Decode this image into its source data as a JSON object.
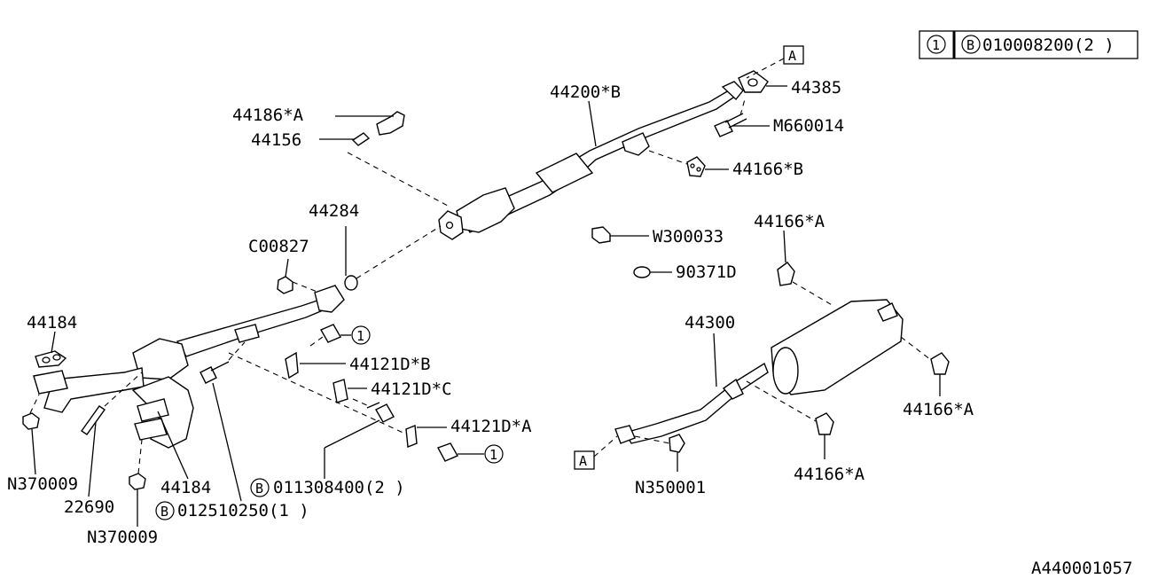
{
  "diagram": {
    "parts": {
      "p44200B": "44200*B",
      "p44385": "44385",
      "pM660014": "M660014",
      "p44166B": "44166*B",
      "p44186A": "44186*A",
      "p44156": "44156",
      "p44284": "44284",
      "pC00827": "C00827",
      "pW300033": "W300033",
      "p90371D": "90371D",
      "p44166A_top": "44166*A",
      "p44300": "44300",
      "p44166A_right": "44166*A",
      "p44166A_bottom": "44166*A",
      "pN350001": "N350001",
      "p44184_top": "44184",
      "p44184_bottom": "44184",
      "p44121DB": "44121D*B",
      "p44121DC": "44121D*C",
      "p44121DA": "44121D*A",
      "pN370009_left": "N370009",
      "pN370009_bottom": "N370009",
      "p22690": "22690",
      "bolt_011308400": "011308400(2 )",
      "bolt_012510250": "012510250(1 )"
    },
    "refs": {
      "A_top": "A",
      "A_bottom": "A",
      "circle1_a": "1",
      "circle1_b": "1",
      "B_badge_1": "B",
      "B_badge_2": "B"
    },
    "legend": {
      "index": "1",
      "badge": "B",
      "text": "010008200(2 )"
    },
    "drawing_id": "A440001057"
  }
}
